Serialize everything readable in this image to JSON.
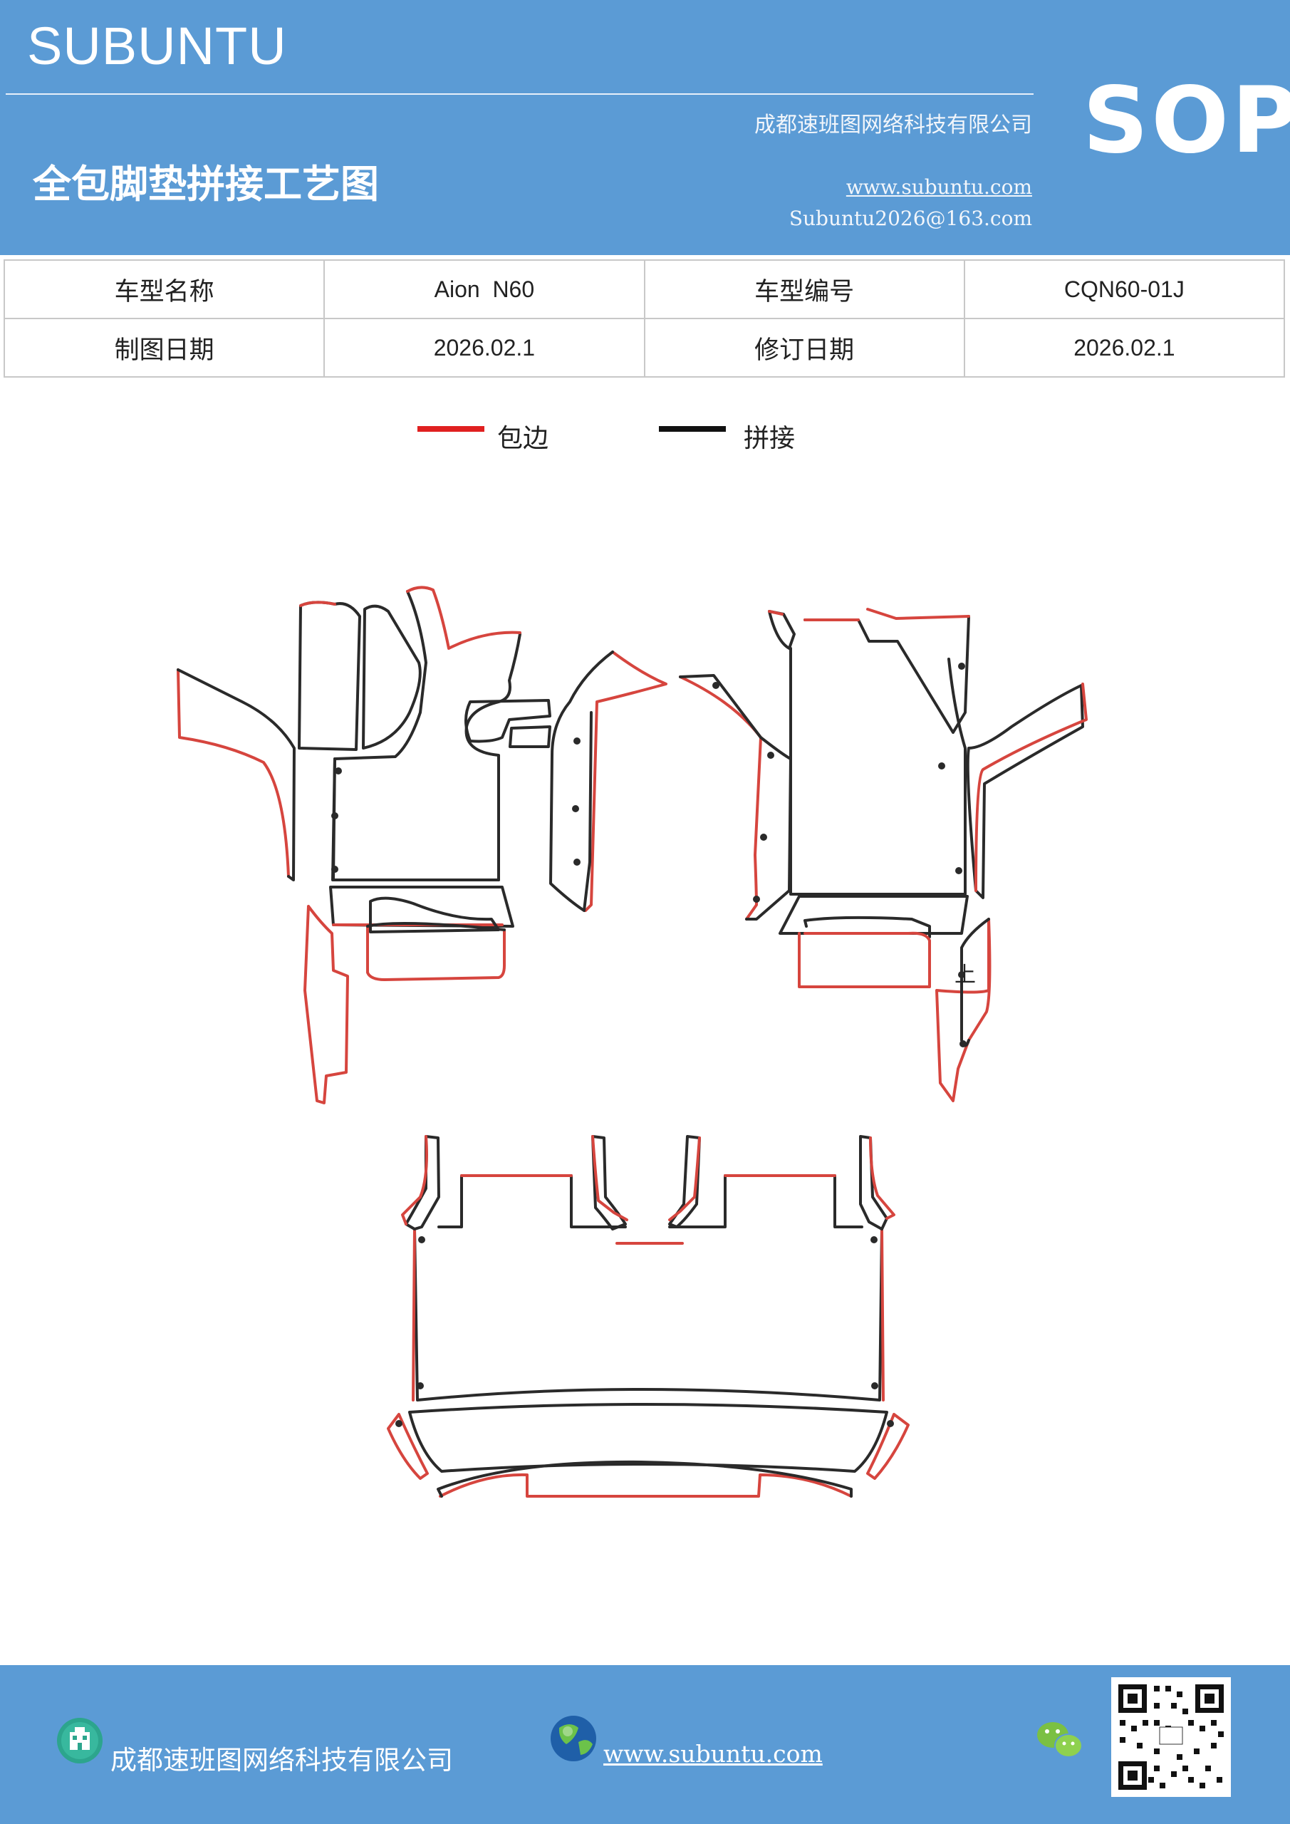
{
  "header": {
    "brand": "SUBUNTU",
    "company": "成都速班图网络科技有限公司",
    "title": "全包脚垫拼接工艺图",
    "website": "www.subuntu.com",
    "email": "Subuntu2026@163.com",
    "badge": "SOP"
  },
  "info_table": {
    "model_name_label": "车型名称",
    "model_name_value": "Aion  N60",
    "model_code_label": "车型编号",
    "model_code_value": "CQN60-01J",
    "draw_date_label": "制图日期",
    "draw_date_value": "2026.02.1",
    "revise_date_label": "修订日期",
    "revise_date_value": "2026.02.1"
  },
  "legend": {
    "edge_label": "包边",
    "edge_color": "#e02020",
    "splice_label": "拼接",
    "splice_color": "#111111"
  },
  "diagram": {
    "edge_color": "#d6453e",
    "splice_color": "#2a2a2a",
    "marker_text": "上"
  },
  "footer": {
    "company": "成都速班图网络科技有限公司",
    "website": "www.subuntu.com",
    "icons": [
      "building-icon",
      "globe-icon",
      "wechat-icon",
      "qr-code"
    ]
  }
}
